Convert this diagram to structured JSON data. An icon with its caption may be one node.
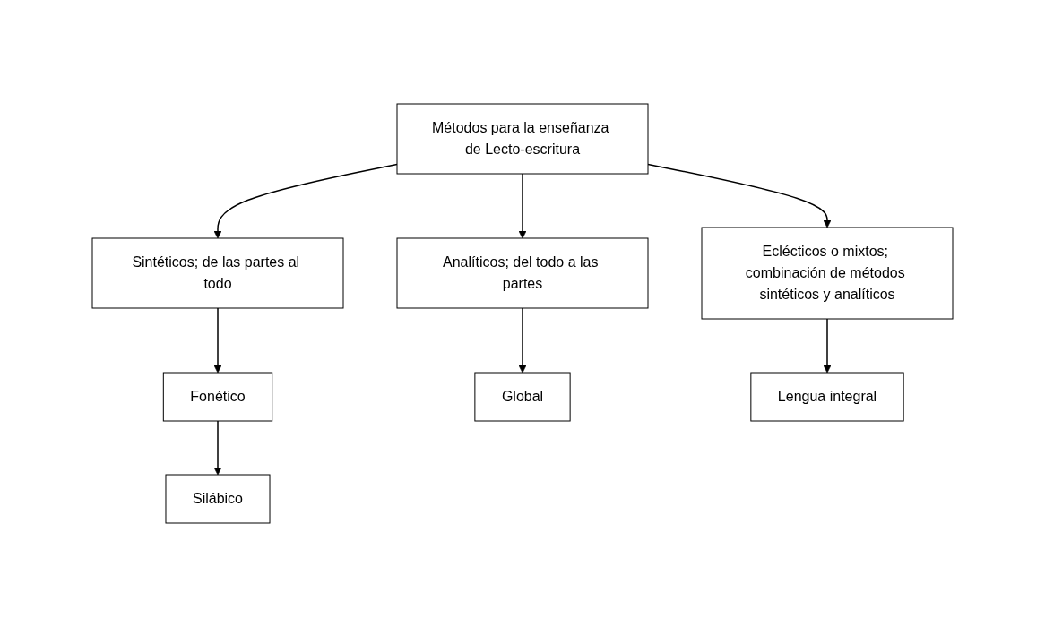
{
  "diagram": {
    "nodes": [
      {
        "text": [
          "Métodos para la enseñanza de Lecto-escritura"
        ]
      },
      {
        "text": [
          "Sintéticos; de las partes al todo"
        ]
      },
      {
        "text": [
          "Analíticos; del todo a las partes"
        ]
      },
      {
        "text": [
          "Eclécticos o mixtos; combinación de métodos sintéticos y analíticos"
        ]
      },
      {
        "text": [
          "Fonético"
        ]
      },
      {
        "text": [
          "Silábico"
        ]
      },
      {
        "text": [
          "Global"
        ]
      },
      {
        "text": [
          "Lengua integral"
        ]
      }
    ],
    "edges": [
      {
        "from": 0,
        "to": 1,
        "arrow": "to"
      },
      {
        "from": 0,
        "to": 2,
        "arrow": "to"
      },
      {
        "from": 0,
        "to": 3,
        "arrow": "to"
      },
      {
        "from": 1,
        "to": 4,
        "arrow": "to"
      },
      {
        "from": 4,
        "to": 5,
        "arrow": "to"
      },
      {
        "from": 2,
        "to": 6,
        "arrow": "to"
      },
      {
        "from": 3,
        "to": 7,
        "arrow": "to"
      }
    ]
  }
}
